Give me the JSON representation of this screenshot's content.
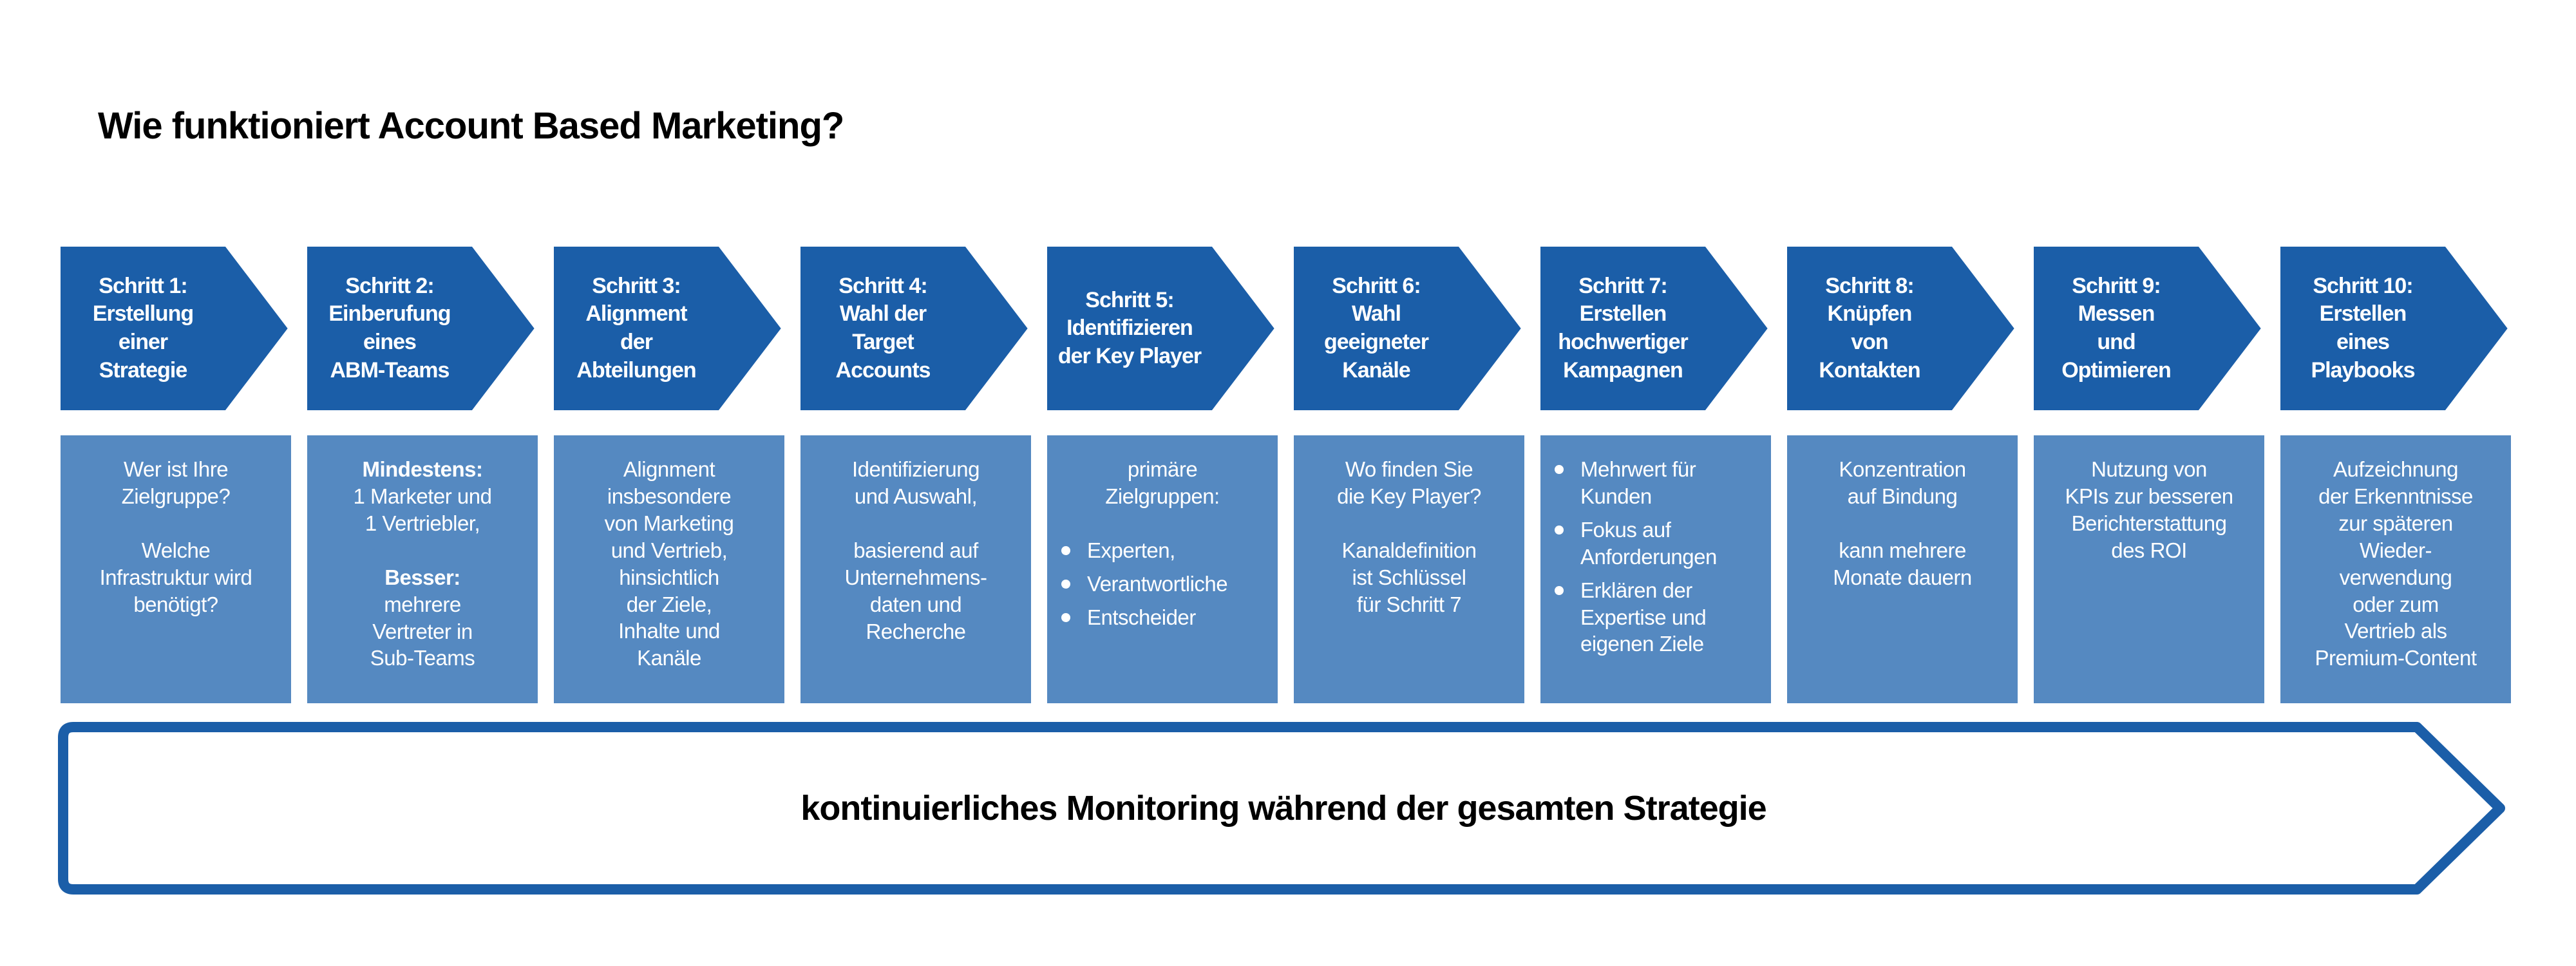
{
  "title": "Wie funktioniert Account Based Marketing?",
  "colors": {
    "arrow_blue": "#1B5EA8",
    "box_blue": "#5589C1",
    "banner_border": "#1B5EA8",
    "banner_fill": "#FFFFFF",
    "title_color": "#000000",
    "step_text_color": "#FFFFFF"
  },
  "steps": [
    {
      "label": "Schritt 1:\nErstellung\neiner\nStrategie",
      "box": [
        {
          "type": "p",
          "text": "Wer ist Ihre\nZielgruppe?"
        },
        {
          "type": "spacer"
        },
        {
          "type": "p",
          "text": "Welche\nInfrastruktur wird\nbenötigt?"
        }
      ]
    },
    {
      "label": "Schritt 2:\nEinberufung\neines\nABM-Teams",
      "box": [
        {
          "type": "bold",
          "text": "Mindestens:"
        },
        {
          "type": "p",
          "text": "1 Marketer und\n1 Vertriebler,"
        },
        {
          "type": "spacer"
        },
        {
          "type": "bold",
          "text": "Besser:"
        },
        {
          "type": "p",
          "text": "mehrere\nVertreter in\nSub-Teams"
        }
      ]
    },
    {
      "label": "Schritt 3:\nAlignment\nder\nAbteilungen",
      "box": [
        {
          "type": "p",
          "text": "Alignment\ninsbesondere\nvon Marketing\nund Vertrieb,\nhinsichtlich\nder Ziele,\nInhalte und\nKanäle"
        }
      ]
    },
    {
      "label": "Schritt 4:\nWahl der\nTarget\nAccounts",
      "box": [
        {
          "type": "p",
          "text": "Identifizierung\nund Auswahl,"
        },
        {
          "type": "spacer"
        },
        {
          "type": "p",
          "text": "basierend auf\nUnternehmens-\ndaten und\nRecherche"
        }
      ]
    },
    {
      "label": "Schritt 5:\nIdentifizieren\nder Key Player",
      "box": [
        {
          "type": "p",
          "text": "primäre\nZielgruppen:"
        },
        {
          "type": "spacer"
        },
        {
          "type": "bullets",
          "items": [
            "Experten,",
            "Verantwortliche",
            "Entscheider"
          ]
        }
      ]
    },
    {
      "label": "Schritt 6:\nWahl\ngeeigneter\nKanäle",
      "box": [
        {
          "type": "p",
          "text": "Wo finden Sie\ndie Key Player?"
        },
        {
          "type": "spacer"
        },
        {
          "type": "p",
          "text": "Kanaldefinition\nist Schlüssel\nfür Schritt 7"
        }
      ]
    },
    {
      "label": "Schritt 7:\nErstellen\nhochwertiger\nKampagnen",
      "box": [
        {
          "type": "bullets",
          "items": [
            "Mehrwert für Kunden",
            "Fokus auf Anforderungen",
            "Erklären der Expertise und eigenen Ziele"
          ]
        }
      ]
    },
    {
      "label": "Schritt 8:\nKnüpfen\nvon\nKontakten",
      "box": [
        {
          "type": "p",
          "text": "Konzentration\nauf Bindung"
        },
        {
          "type": "spacer"
        },
        {
          "type": "p",
          "text": "kann mehrere\nMonate dauern"
        }
      ]
    },
    {
      "label": "Schritt 9:\nMessen\nund\nOptimieren",
      "box": [
        {
          "type": "p",
          "text": "Nutzung von\nKPIs zur besseren\nBerichterstattung\ndes ROI"
        }
      ]
    },
    {
      "label": "Schritt 10:\nErstellen\neines\nPlaybooks",
      "box": [
        {
          "type": "p",
          "text": "Aufzeichnung\nder Erkenntnisse\nzur späteren\nWieder-\nverwendung\noder zum\nVertrieb als\nPremium-Content"
        }
      ]
    }
  ],
  "banner": {
    "text": "kontinuierliches Monitoring während der gesamten Strategie"
  }
}
